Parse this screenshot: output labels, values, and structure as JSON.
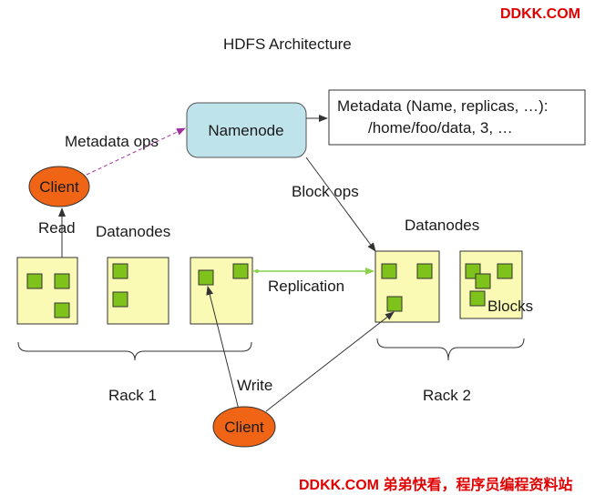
{
  "watermark_top": "DDKK.COM",
  "watermark_bottom": "DDKK.COM 弟弟快看，程序员编程资料站",
  "title": "HDFS Architecture",
  "namenode": {
    "label": "Namenode"
  },
  "metadata_box": {
    "line1": "Metadata (Name, replicas, …):",
    "line2": "/home/foo/data, 3, …"
  },
  "labels": {
    "metadata_ops": "Metadata ops",
    "block_ops": "Block ops",
    "read": "Read",
    "write": "Write",
    "replication": "Replication",
    "blocks": "Blocks",
    "datanodes_left": "Datanodes",
    "datanodes_right": "Datanodes",
    "rack1": "Rack 1",
    "rack2": "Rack 2"
  },
  "clients": {
    "top": "Client",
    "bottom": "Client"
  },
  "colors": {
    "namenode_fill": "#bfe3ea",
    "datanode_fill": "#fafab4",
    "block_fill": "#80c21c",
    "client_fill": "#f06416",
    "watermark": "#e00000",
    "metadata_ops_arrow": "#a030a0",
    "replication_arrow": "#8ad24a"
  }
}
